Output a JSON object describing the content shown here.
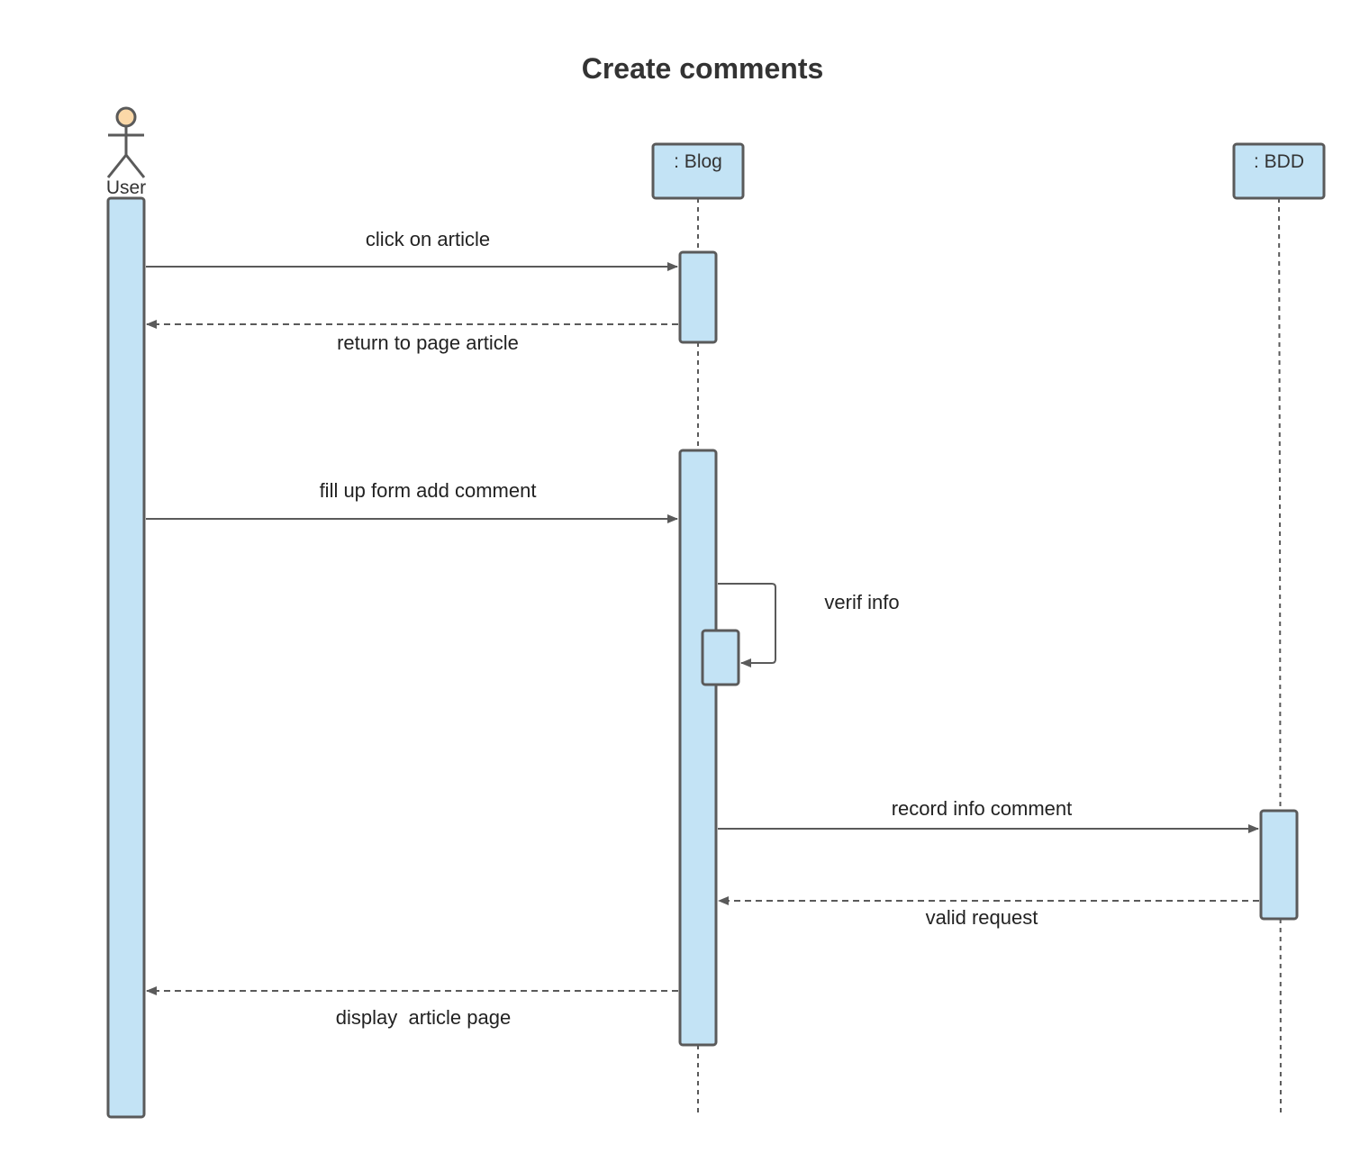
{
  "diagram": {
    "title": "Create comments",
    "participants": [
      {
        "id": "user",
        "kind": "actor",
        "label": "User"
      },
      {
        "id": "blog",
        "kind": "object",
        "label": ": Blog"
      },
      {
        "id": "bdd",
        "kind": "object",
        "label": ": BDD"
      }
    ],
    "messages": [
      {
        "from": "user",
        "to": "blog",
        "label": "click on article",
        "style": "sync"
      },
      {
        "from": "blog",
        "to": "user",
        "label": "return to page article",
        "style": "return"
      },
      {
        "from": "user",
        "to": "blog",
        "label": "fill up form add comment",
        "style": "sync"
      },
      {
        "from": "blog",
        "to": "blog",
        "label": "verif info",
        "style": "self"
      },
      {
        "from": "blog",
        "to": "bdd",
        "label": "record info comment",
        "style": "sync"
      },
      {
        "from": "bdd",
        "to": "blog",
        "label": "valid request",
        "style": "return"
      },
      {
        "from": "blog",
        "to": "user",
        "label": "display  article page",
        "style": "return"
      }
    ],
    "colors": {
      "box_fill": "#c3e3f5",
      "stroke": "#5a5a5a",
      "actor_head": "#fbd8a8"
    }
  }
}
